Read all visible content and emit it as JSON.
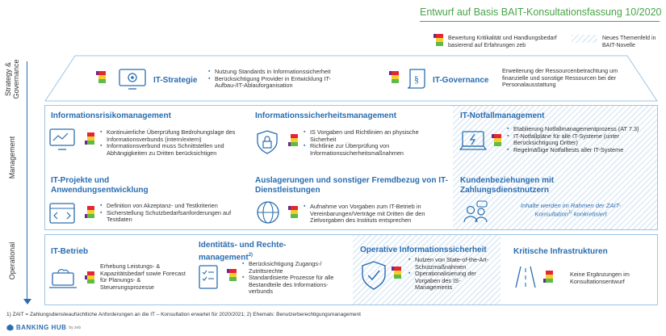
{
  "header": {
    "title": "Entwurf auf Basis BAIT-Konsultationsfassung 10/2020"
  },
  "legend": {
    "traffic_text": "Bewertung Kritikalität und Handlungsbedarf basierend auf Erfahrungen zeb",
    "hatch_text": "Neues Themenfeld in BAIT-Novelle"
  },
  "axis": {
    "strategy": "Strategy &\nGovernance",
    "management": "Management",
    "operational": "Operational"
  },
  "strategy": {
    "it_strategie": {
      "title": "IT-Strategie",
      "bullets": [
        "Nutzung Standards in Informationssicherheit",
        "Berücksichtigung Provider in Entwicklung IT-Aufbau-/IT-Ablauforganisation"
      ]
    },
    "it_governance": {
      "title": "IT-Governance",
      "text": "Erweiterung der Ressourcenbetrachtung um finanzielle und sonstige Ressourcen bei der Personalausstattung"
    }
  },
  "management": {
    "irm": {
      "title": "Informationsrisikomanagement",
      "bullets": [
        "Kontinuierliche Überprüfung Bedrohungslage des Informationsverbunds (intern/extern)",
        "Informationsverbund muss Schnittstellen und Abhängigkeiten zu Dritten berücksichtigen"
      ]
    },
    "ism": {
      "title": "Informationssicherheitsmanagement",
      "bullets": [
        "IS Vorgaben und Richtlinien an physische Sicherheit",
        "Richtlinie zur Überprüfung von Informationssicherheitsmaßnahmen"
      ]
    },
    "notfall": {
      "title": "IT-Notfallmanagement",
      "bullets": [
        "Etablierung Notfallmanagementprozess (AT 7.3)",
        "IT-Notfallpläne für alle IT-Systeme (unter Berücksichtigung Dritter)",
        "Regelmäßige Notfalltests aller IT-Systeme"
      ]
    },
    "projekte": {
      "title": "IT-Projekte und Anwendungsentwicklung",
      "bullets": [
        "Definition von Akzeptanz- und Testkriterien",
        "Sicherstellung Schutzbedarfsanforderungen auf Testdaten"
      ]
    },
    "auslagerung": {
      "title": "Auslagerungen und sonstiger Fremdbezug von IT-Dienstleistungen",
      "bullets": [
        "Aufnahme von Vorgaben zum IT-Betrieb in Vereinbarungen/Verträge mit Dritten die den Zielvorgaben des Instituts entsprechen"
      ]
    },
    "kunden": {
      "title": "Kundenbeziehungen mit Zahlungsdienstnutzern",
      "text": "Inhalte werden im Rahmen der ZAIT-Konsultation",
      "sup": "1)",
      "text2": " konkretisiert"
    }
  },
  "operational": {
    "betrieb": {
      "title": "IT-Betrieb",
      "text": "Erhebung Leistungs- & Kapazitätsbedarf sowie Forecast für Planungs- & Steuerungsprozesse"
    },
    "identitaet": {
      "title": "Identitäts- und Rechte-management",
      "sup": "2)",
      "bullets": [
        "Berücksichtigung Zugangs-/ Zutrittsrechte",
        "Standardisierte Prozesse für alle Bestandteile des Informations-verbunds"
      ]
    },
    "ois": {
      "title": "Operative Informationssicherheit",
      "bullets": [
        "Nutzen von State-of-the-Art-Schutzmaßnahmen",
        "Operationalisierung der Vorgaben des IS-Managements"
      ]
    },
    "kritis": {
      "title": "Kritische Infrastrukturen",
      "text": "Keine Ergänzungen im Konsultationsentwurf"
    }
  },
  "footnote": "1) ZAIT = Zahlungsdiensteaufsichtliche Anforderungen an die IT – Konsultation erwartet für 2020/2021; 2) Ehemals: Benutzerberechtigungsmanagement",
  "logo": {
    "name": "BANKING HUB",
    "sub": "by zeb"
  },
  "colors": {
    "accent": "#2a6db0",
    "header_green": "#4aa44a",
    "red": "#e32636",
    "yellow": "#f7cd2a",
    "green": "#5dbb46",
    "marker": "#6a2a8c"
  }
}
